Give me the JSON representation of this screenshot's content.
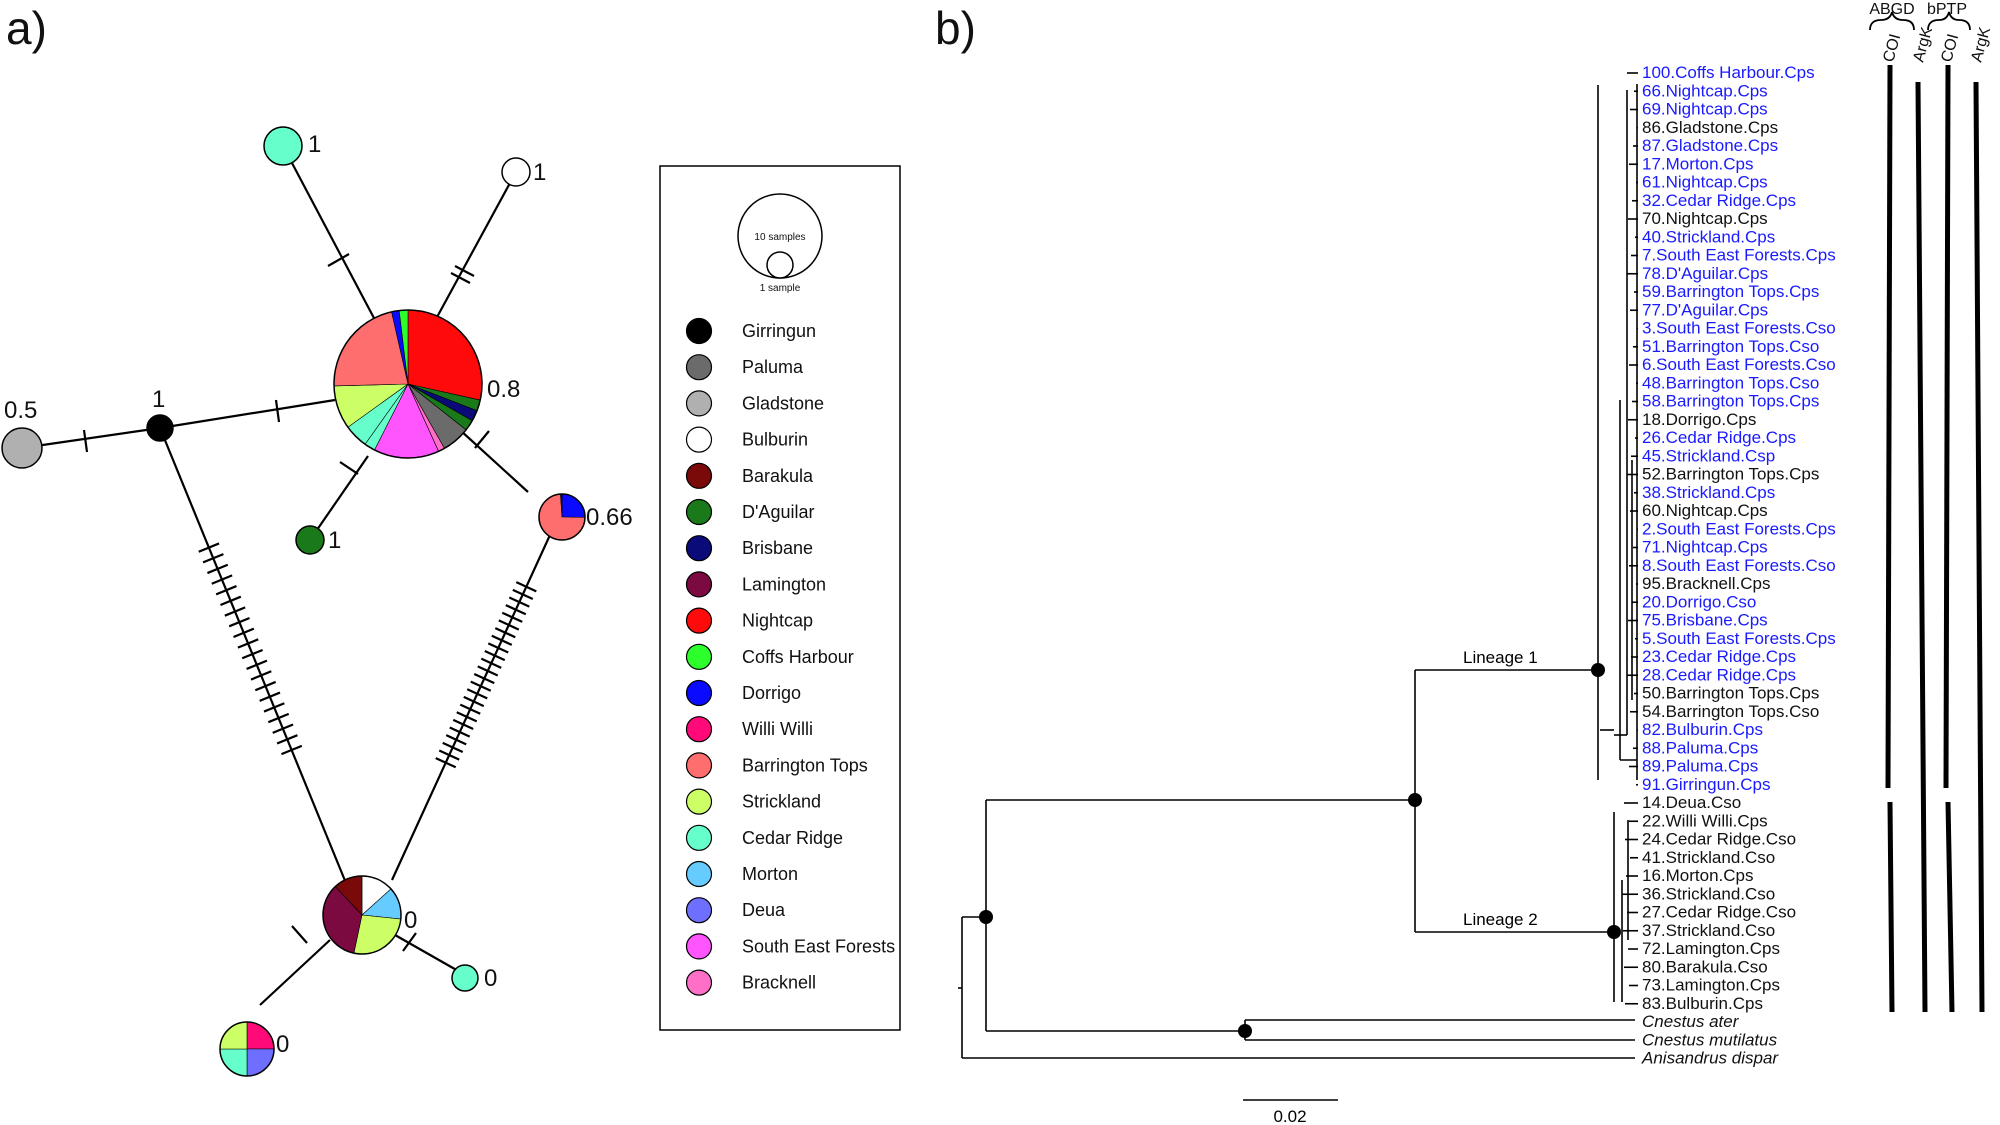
{
  "panel_a": {
    "label": "a)",
    "legend": {
      "scale_large": "10 samples",
      "scale_small": "1 sample",
      "entries": [
        {
          "name": "Girringun",
          "color": "#000000"
        },
        {
          "name": "Paluma",
          "color": "#6b6b6b"
        },
        {
          "name": "Gladstone",
          "color": "#b0b0b0"
        },
        {
          "name": "Bulburin",
          "color": "#ffffff"
        },
        {
          "name": "Barakula",
          "color": "#7a0a0a"
        },
        {
          "name": "D'Aguilar",
          "color": "#1a7a1a"
        },
        {
          "name": "Brisbane",
          "color": "#0a0a78"
        },
        {
          "name": "Lamington",
          "color": "#7a0a40"
        },
        {
          "name": "Nightcap",
          "color": "#ff0a0a"
        },
        {
          "name": "Coffs Harbour",
          "color": "#2dff2d"
        },
        {
          "name": "Dorrigo",
          "color": "#0a0aff"
        },
        {
          "name": "Willi Willi",
          "color": "#ff0a78"
        },
        {
          "name": "Barrington Tops",
          "color": "#ff6e6e"
        },
        {
          "name": "Strickland",
          "color": "#ccff66"
        },
        {
          "name": "Cedar Ridge",
          "color": "#66ffcc"
        },
        {
          "name": "Morton",
          "color": "#66ccff"
        },
        {
          "name": "Deua",
          "color": "#6e6eff"
        },
        {
          "name": "South East Forests",
          "color": "#ff55ff"
        },
        {
          "name": "Bracknell",
          "color": "#ff6ec7"
        }
      ]
    },
    "node_labels": {
      "top_left": "1",
      "top_right": "1",
      "left_gray": "0.5",
      "black": "1",
      "center": "0.8",
      "green": "1",
      "right": "0.66",
      "bottom_center": "0",
      "bottom_cyan": "0",
      "bottom_left": "0"
    }
  },
  "panel_b": {
    "label": "b)",
    "lineage1": "Lineage 1",
    "lineage2": "Lineage 2",
    "scale_label": "0.02",
    "headers": {
      "abgd": "ABGD",
      "bptp": "bPTP",
      "coi1": "COI",
      "argk1": "ArgK",
      "coi2": "COI",
      "argk2": "ArgK"
    },
    "tips": [
      {
        "label": "100.Coffs Harbour.Cps",
        "color": "#1a1aff"
      },
      {
        "label": "66.Nightcap.Cps",
        "color": "#1a1aff"
      },
      {
        "label": "69.Nightcap.Cps",
        "color": "#1a1aff"
      },
      {
        "label": "86.Gladstone.Cps",
        "color": "#111111"
      },
      {
        "label": "87.Gladstone.Cps",
        "color": "#1a1aff"
      },
      {
        "label": "17.Morton.Cps",
        "color": "#1a1aff"
      },
      {
        "label": "61.Nightcap.Cps",
        "color": "#1a1aff"
      },
      {
        "label": "32.Cedar Ridge.Cps",
        "color": "#1a1aff"
      },
      {
        "label": "70.Nightcap.Cps",
        "color": "#111111"
      },
      {
        "label": "40.Strickland.Cps",
        "color": "#1a1aff"
      },
      {
        "label": "7.South East Forests.Cps",
        "color": "#1a1aff"
      },
      {
        "label": "78.D'Aguilar.Cps",
        "color": "#1a1aff"
      },
      {
        "label": "59.Barrington Tops.Cps",
        "color": "#1a1aff"
      },
      {
        "label": "77.D'Aguilar.Cps",
        "color": "#1a1aff"
      },
      {
        "label": "3.South East Forests.Cso",
        "color": "#1a1aff"
      },
      {
        "label": "51.Barrington Tops.Cso",
        "color": "#1a1aff"
      },
      {
        "label": "6.South East Forests.Cso",
        "color": "#1a1aff"
      },
      {
        "label": "48.Barrington Tops.Cso",
        "color": "#1a1aff"
      },
      {
        "label": "58.Barrington Tops.Cps",
        "color": "#1a1aff"
      },
      {
        "label": "18.Dorrigo.Cps",
        "color": "#111111"
      },
      {
        "label": "26.Cedar Ridge.Cps",
        "color": "#1a1aff"
      },
      {
        "label": "45.Strickland.Csp",
        "color": "#1a1aff"
      },
      {
        "label": "52.Barrington Tops.Cps",
        "color": "#111111"
      },
      {
        "label": "38.Strickland.Cps",
        "color": "#1a1aff"
      },
      {
        "label": "60.Nightcap.Cps",
        "color": "#111111"
      },
      {
        "label": "2.South East Forests.Cps",
        "color": "#1a1aff"
      },
      {
        "label": "71.Nightcap.Cps",
        "color": "#1a1aff"
      },
      {
        "label": "8.South East Forests.Cso",
        "color": "#1a1aff"
      },
      {
        "label": "95.Bracknell.Cps",
        "color": "#111111"
      },
      {
        "label": "20.Dorrigo.Cso",
        "color": "#1a1aff"
      },
      {
        "label": "75.Brisbane.Cps",
        "color": "#1a1aff"
      },
      {
        "label": "5.South East Forests.Cps",
        "color": "#1a1aff"
      },
      {
        "label": "23.Cedar Ridge.Cps",
        "color": "#1a1aff"
      },
      {
        "label": "28.Cedar Ridge.Cps",
        "color": "#1a1aff"
      },
      {
        "label": "50.Barrington Tops.Cps",
        "color": "#111111"
      },
      {
        "label": "54.Barrington Tops.Cso",
        "color": "#111111"
      },
      {
        "label": "82.Bulburin.Cps",
        "color": "#1a1aff"
      },
      {
        "label": "88.Paluma.Cps",
        "color": "#1a1aff"
      },
      {
        "label": "89.Paluma.Cps",
        "color": "#1a1aff"
      },
      {
        "label": "91.Girringun.Cps",
        "color": "#1a1aff"
      },
      {
        "label": "14.Deua.Cso",
        "color": "#111111"
      },
      {
        "label": "22.Willi Willi.Cps",
        "color": "#111111"
      },
      {
        "label": "24.Cedar Ridge.Cso",
        "color": "#111111"
      },
      {
        "label": "41.Strickland.Cso",
        "color": "#111111"
      },
      {
        "label": "16.Morton.Cps",
        "color": "#111111"
      },
      {
        "label": "36.Strickland.Cso",
        "color": "#111111"
      },
      {
        "label": "27.Cedar Ridge.Cso",
        "color": "#111111"
      },
      {
        "label": "37.Strickland.Cso",
        "color": "#111111"
      },
      {
        "label": "72.Lamington.Cps",
        "color": "#111111"
      },
      {
        "label": "80.Barakula.Cso",
        "color": "#111111"
      },
      {
        "label": "73.Lamington.Cps",
        "color": "#111111"
      },
      {
        "label": "83.Bulburin.Cps",
        "color": "#111111"
      }
    ],
    "outgroups": [
      "Cnestus ater",
      "Cnestus mutilatus",
      "Anisandrus dispar"
    ]
  }
}
